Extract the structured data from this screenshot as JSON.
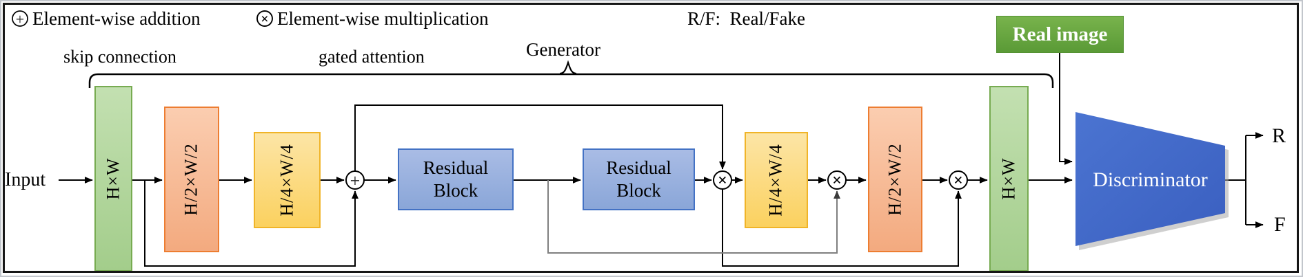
{
  "legend": {
    "addition": {
      "icon": "circled-plus-icon",
      "label": "Element-wise addition"
    },
    "multiplication": {
      "icon": "circled-times-icon",
      "label": "Element-wise multiplication"
    },
    "rf_key": {
      "label": "R/F:  Real/Fake"
    }
  },
  "annotations": {
    "skip_connection": "skip connection",
    "gated_attention": "gated attention",
    "generator": "Generator"
  },
  "io": {
    "input_label": "Input",
    "real_image_label": "Real image",
    "outputs": {
      "real": "R",
      "fake": "F"
    }
  },
  "operators": {
    "addition": "+",
    "multiplication": "×"
  },
  "encoder_blocks": [
    {
      "label": "H×W",
      "color": "green"
    },
    {
      "label": "H/2×W/2",
      "color": "orange"
    },
    {
      "label": "H/4×W/4",
      "color": "yellow"
    }
  ],
  "residual_blocks": [
    {
      "line1": "Residual",
      "line2": "Block"
    },
    {
      "line1": "Residual",
      "line2": "Block"
    }
  ],
  "decoder_blocks": [
    {
      "label": "H/4×W/4",
      "color": "yellow"
    },
    {
      "label": "H/2×W/2",
      "color": "orange"
    },
    {
      "label": "H×W",
      "color": "green"
    }
  ],
  "discriminator_label": "Discriminator",
  "colors": {
    "green_fill": "#a9d08e",
    "green_border": "#77ab51",
    "orange_fill": "#f4b183",
    "orange_border": "#ed7d31",
    "yellow_fill": "#fbd15f",
    "yellow_border": "#f0b428",
    "residual_fill": "#8faadc",
    "residual_border": "#4472c4",
    "discriminator_fill": "#3f68c8",
    "real_image_fill": "#61a33c",
    "wire_black": "#000000",
    "wire_gray": "#7f7f7f"
  }
}
